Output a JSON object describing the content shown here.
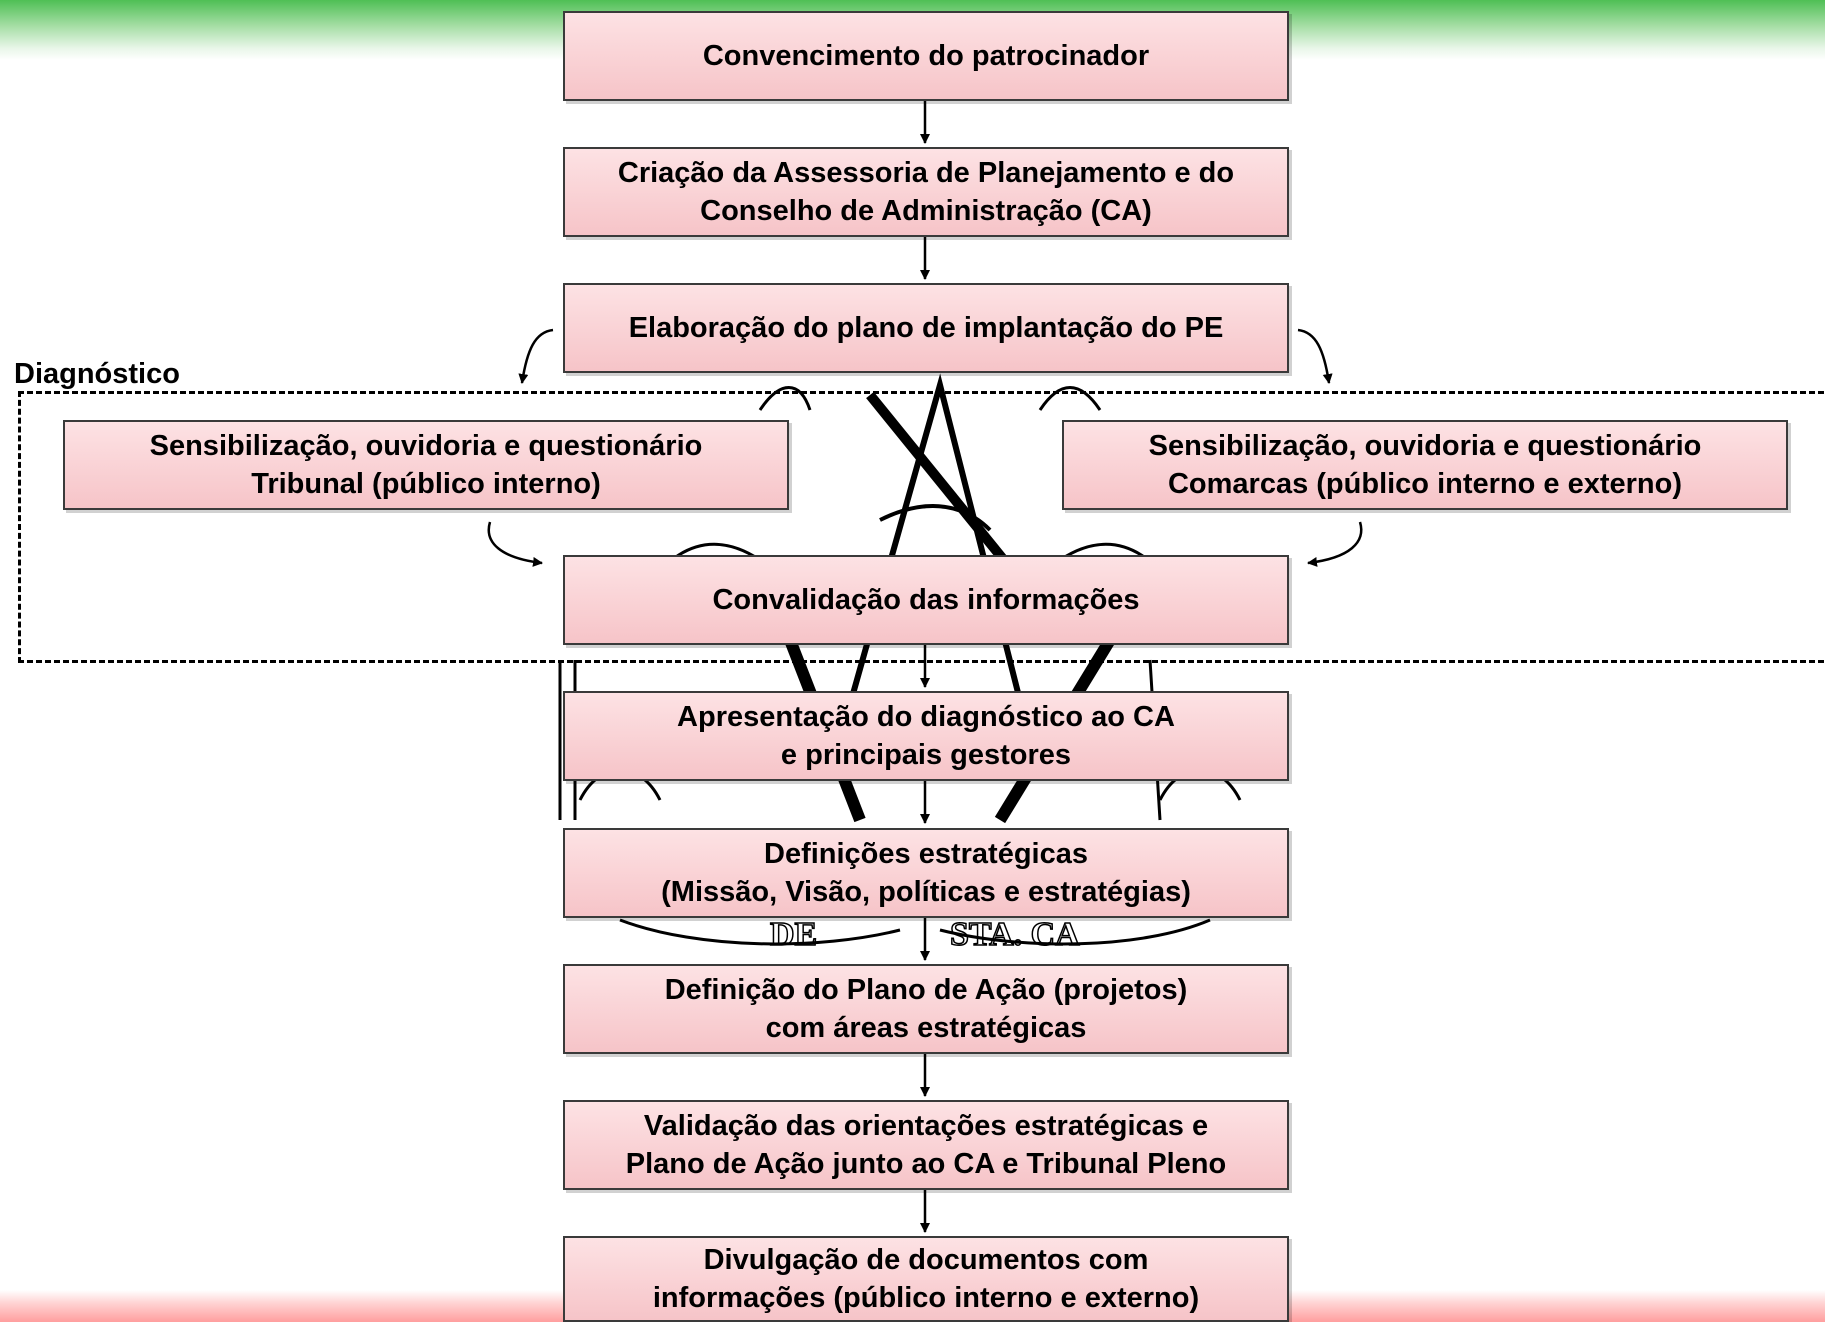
{
  "diagram": {
    "group_label": "Diagnóstico",
    "steps": [
      {
        "id": "s1",
        "text": "Convencimento do patrocinador"
      },
      {
        "id": "s2",
        "text": "Criação da Assessoria de Planejamento e do\nConselho de Administração (CA)"
      },
      {
        "id": "s3",
        "text": "Elaboração do plano de implantação do PE"
      },
      {
        "id": "s4",
        "text": "Sensibilização, ouvidoria e questionário\nTribunal (público interno)"
      },
      {
        "id": "s5",
        "text": "Sensibilização, ouvidoria e questionário\nComarcas (público interno e externo)"
      },
      {
        "id": "s6",
        "text": "Convalidação das informações"
      },
      {
        "id": "s7",
        "text": "Apresentação do diagnóstico ao CA\ne principais gestores"
      },
      {
        "id": "s8",
        "text": "Definições estratégicas\n(Missão, Visão, políticas e estratégias)"
      },
      {
        "id": "s9",
        "text": "Definição do Plano de Ação (projetos)\ncom áreas estratégicas"
      },
      {
        "id": "s10",
        "text": "Validação das orientações estratégicas e\nPlano de Ação junto ao CA e Tribunal Pleno"
      },
      {
        "id": "s11",
        "text": "Divulgação de documentos com\ninformações (público interno e externo)"
      }
    ],
    "watermark_text": [
      "DE",
      "STA. CA"
    ]
  }
}
